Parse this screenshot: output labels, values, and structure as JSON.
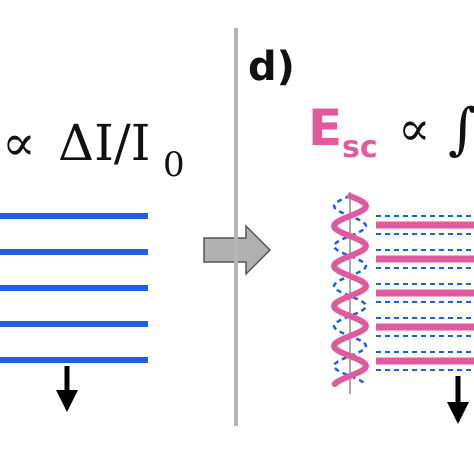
{
  "left_panel": {
    "formula": {
      "prop": "∝",
      "delta_i": "ΔI/I",
      "subscript": "0"
    },
    "line_color": "#1e5fe6",
    "line_count": 5,
    "arrow_icon": "down-arrow-icon"
  },
  "transition": {
    "arrow_icon": "right-arrow-icon",
    "arrow_fill": "#b0b0b0"
  },
  "divider_color": "#b5b5b5",
  "right_panel": {
    "panel_label": "d)",
    "formula": {
      "e": "E",
      "subscript": "sc",
      "prop": "∝",
      "integral": "∫"
    },
    "accent_color": "#e05a9e",
    "dashed_color": "#1e5fe6",
    "line_count": 5,
    "wave_icon": "helix-wave-icon",
    "arrow_icon": "down-arrow-icon"
  }
}
